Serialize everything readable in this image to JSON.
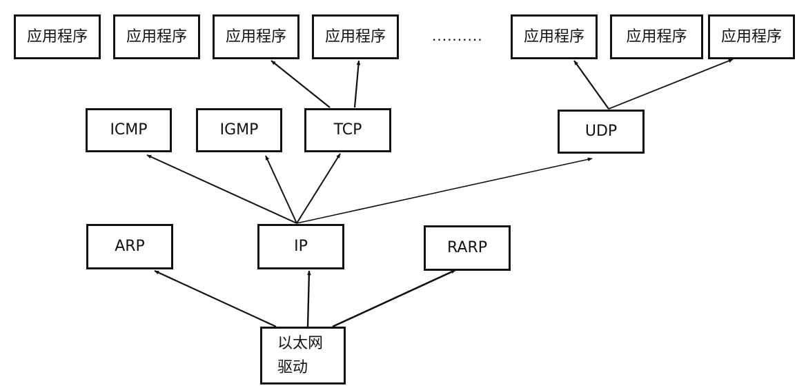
{
  "applications": [
    {
      "label": "应用程序"
    },
    {
      "label": "应用程序"
    },
    {
      "label": "应用程序"
    },
    {
      "label": "应用程序"
    },
    {
      "label": "应用程序"
    },
    {
      "label": "应用程序"
    },
    {
      "label": "应用程序"
    }
  ],
  "ellipsis": "..........",
  "transport": {
    "icmp": "ICMP",
    "igmp": "IGMP",
    "tcp": "TCP",
    "udp": "UDP"
  },
  "network": {
    "arp": "ARP",
    "ip": "IP",
    "rarp": "RARP"
  },
  "driver": {
    "line1": "以太网",
    "line2": "驱动"
  }
}
